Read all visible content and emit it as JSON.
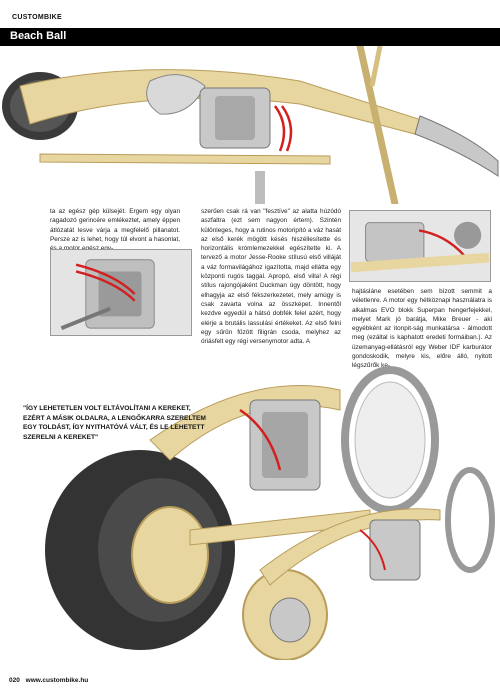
{
  "header": {
    "brand": "CUSTOMBIKE",
    "title": "Beach Ball"
  },
  "article": {
    "col1": "ta az egész gép külsejét. Ergem egy olyan ragadozó gerincére emlékeztet, amely éppen átlózatát lesve várja a megfelelő pillanatot. Persze az is lehet, hogy túl elvont a hasonlat, és a motor egész egy-",
    "col2": "szerűen csak rá van \"fesztíve\" az alatta húzódó aszfaltra (ezt sem nagyon értem). Szintén különleges, hogy a rutinos motoripító a váz hasát az első kerék mögött késés hiszéllesítette és horizontális krómlemezekkel egészítette ki. A tervező a motor Jesse-Rooke stílusú első villáját a váz formavilágához igazította, majd ellátta egy központi rugós taggal. Apropó, első villa! A régi stílus rajongójaként Duckman úgy döntött, hogy elhagyja az első fékszerkezetet, mely amúgy is csak zavarta volna az összképet. Innentől kezdve egyedül a hátsó dobfék felel azért, hogy elérje a brutális lassulási értékeket. Az első felni egy sűrűn fűzött filigrán csoda, melyhez az óriásfelt egy régi versenymotor adta. A",
    "col3": "hajtásláne esetében sem bízott semmit a véletlenre. A motor egy hétköznapi használatra is alkalmas EVO blokk Superpan hengerfejekkel, melyet Mark jó barátja, Mike Breuer - aki egyébként az itonpit-ság munkatársa - álmodott meg (ezáltal is kaphatott eredeti formáiban.). Az üzemanyag-ellátásról egy Weber IDF karburátor gondoskodik, melyre kis, előre álló, nyitott légszűrők ke-"
  },
  "quote": "\"ÍGY LEHETETLEN VOLT ELTÁVOLÍTANI A KEREKET, EZÉRT A MÁSIK OLDALRA, A LENGŐKARRA SZERELTEM EGY TOLDÁST, ÍGY NYITHATÓVÁ VÁLT, ÉS LE LEHETETT SZERELNI A KEREKET\"",
  "footer": {
    "page": "020",
    "url": "www.custombike.hu"
  },
  "colors": {
    "frame": "#e8d6a0",
    "frame_dark": "#b89c5a",
    "tire": "#3a3a3a",
    "chrome": "#c8c8c8",
    "wire": "#d22020",
    "black": "#000000"
  }
}
